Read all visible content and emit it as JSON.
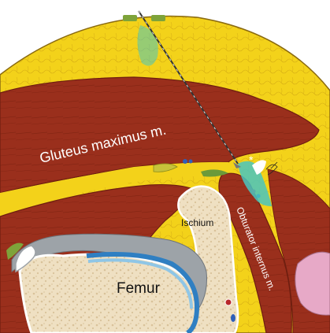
{
  "diagram": {
    "labels": {
      "gluteus": "Gluteus maximus m.",
      "ischium": "Ischium",
      "obturator": "Obturator internus m.",
      "femur": "Femur",
      "asterisk": "*"
    },
    "colors": {
      "background": "#ffffff",
      "fat": "#f3d21a",
      "fat_border": "#8a6a10",
      "muscle": "#9a2f1c",
      "muscle_dark": "#6e1e10",
      "bone": "#efe0c2",
      "bone_cortex": "#ffffff",
      "cartilage_blue": "#2f7fc2",
      "cartilage_light": "#8fc6e6",
      "gray_tissue": "#9da3a8",
      "needle": "#333333",
      "injectate": "#49c6c0",
      "skin_marker": "#7ea33a",
      "pink_organ": "#e7a9c7"
    }
  }
}
